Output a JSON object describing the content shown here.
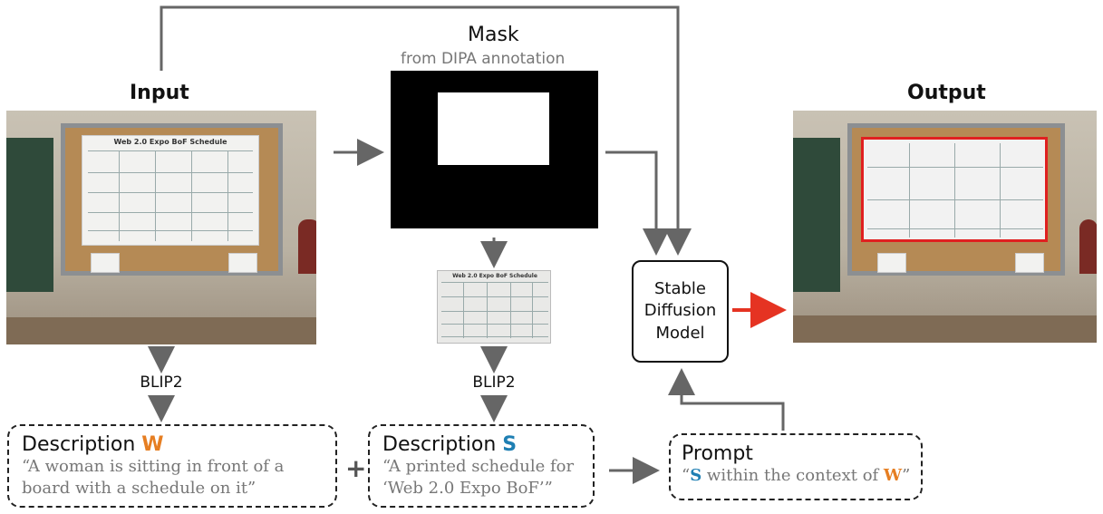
{
  "input": {
    "label": "Input"
  },
  "output": {
    "label": "Output"
  },
  "mask": {
    "title": "Mask",
    "subtitle": "from DIPA annotation"
  },
  "blip_left": "BLIP2",
  "blip_right": "BLIP2",
  "stable_diffusion": {
    "line1": "Stable",
    "line2": "Diffusion",
    "line3": "Model"
  },
  "desc_w": {
    "head": "Description",
    "symbol": "W",
    "quote_line1": "“A woman is sitting in front of a",
    "quote_line2": "board with a schedule on it”"
  },
  "desc_s": {
    "head": "Description",
    "symbol": "S",
    "quote_line1": "“A printed schedule for",
    "quote_line2": "‘Web 2.0 Expo BoF’”"
  },
  "plus": "+",
  "prompt": {
    "head": "Prompt",
    "open_quote": "“",
    "s": "S",
    "middle": " within the context of ",
    "w": "W",
    "close_quote": "”"
  },
  "crop_title": "Web 2.0 Expo BoF Schedule",
  "colors": {
    "w": "#e67e22",
    "s": "#1f7fb3",
    "arrow": "#666666",
    "red_arrow": "#e53322",
    "highlight": "#e02020"
  }
}
